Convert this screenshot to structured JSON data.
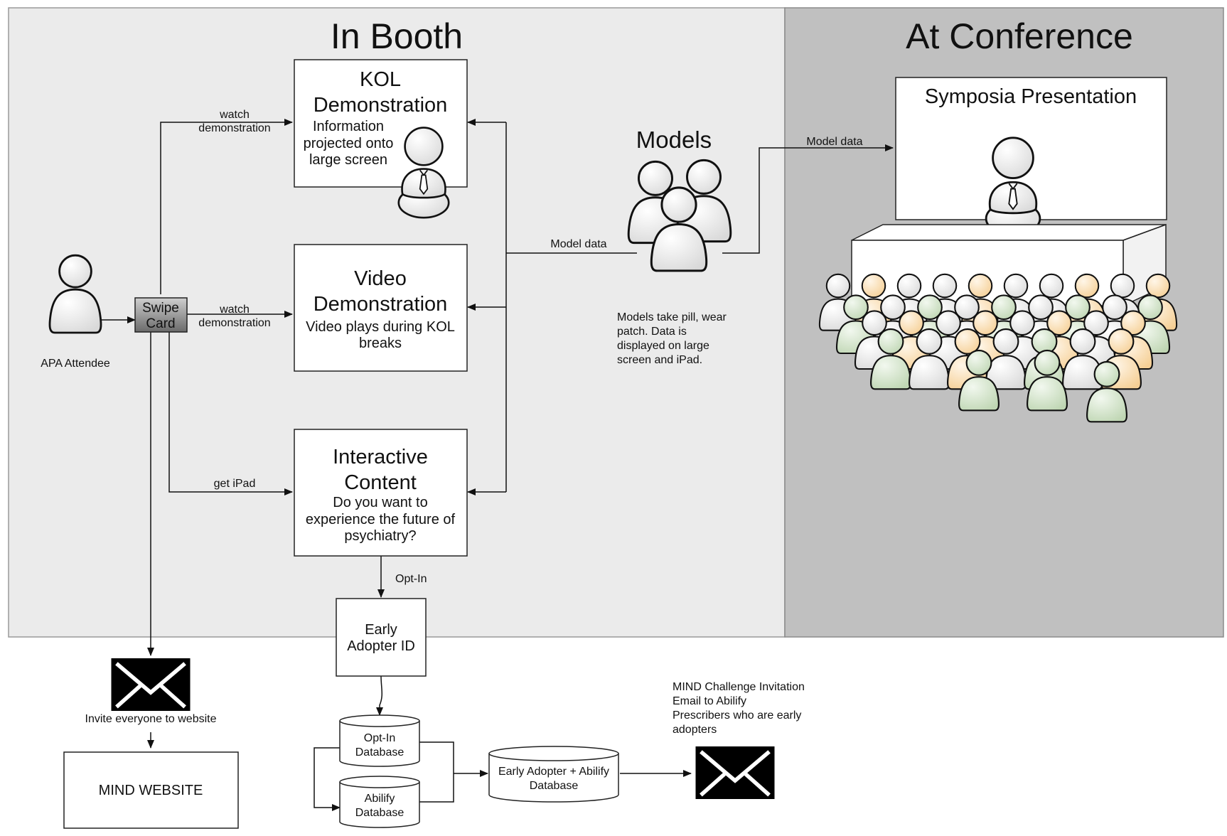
{
  "regions": {
    "booth": "In Booth",
    "conference": "At Conference"
  },
  "nodes": {
    "attendee": "APA Attendee",
    "swipe_card": [
      "Swipe",
      "Card"
    ],
    "kol_title": [
      "KOL",
      "Demonstration"
    ],
    "kol_text": [
      "Information",
      "projected onto",
      "large screen"
    ],
    "video_title": [
      "Video",
      "Demonstration"
    ],
    "video_text": [
      "Video plays during KOL",
      "breaks"
    ],
    "interactive_title": [
      "Interactive",
      "Content"
    ],
    "interactive_text": [
      "Do you want to",
      "experience the future of",
      "psychiatry?"
    ],
    "models": "Models",
    "models_note": [
      "Models take pill, wear",
      "patch.  Data is",
      "displayed on large",
      "screen and iPad."
    ],
    "symposia": "Symposia Presentation",
    "early_adopter": [
      "Early",
      "Adopter ID"
    ],
    "optin_db": [
      "Opt-In",
      "Database"
    ],
    "abilify_db": [
      "Abilify",
      "Database"
    ],
    "combined_db": [
      "Early Adopter + Abilify",
      "Database"
    ],
    "invite_everyone": "Invite everyone to website",
    "mind_website": "MIND WEBSITE",
    "mind_challenge": [
      "MIND Challenge Invitation",
      "Email to Abilify",
      "Prescribers who are early",
      "adopters"
    ]
  },
  "edges": {
    "watch_demo": [
      "watch",
      "demonstration"
    ],
    "get_ipad": "get iPad",
    "model_data": "Model data",
    "opt_in": "Opt-In"
  },
  "colors": {
    "booth_bg": "#ebebeb",
    "conference_bg": "#c0c0c0",
    "person_white": "#f4f4f4",
    "person_orange": "#fbe3c0",
    "person_green": "#dce9d6"
  },
  "icons": [
    "person-icon",
    "envelope-icon",
    "database-icon"
  ]
}
